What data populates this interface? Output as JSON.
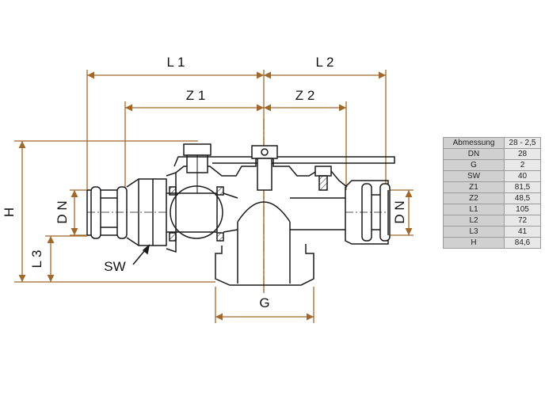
{
  "dimensions": {
    "L1": "L 1",
    "L2": "L 2",
    "Z1": "Z 1",
    "Z2": "Z 2",
    "H": "H",
    "L3": "L 3",
    "DN_left": "D N",
    "DN_right": "D N",
    "SW": "SW",
    "G": "G"
  },
  "colors": {
    "dimension_line": "#a0682a",
    "outline": "#1a1a1a",
    "table_key_bg": "#d0d0d0",
    "table_value_bg": "#e8e8e8"
  },
  "spec_table": {
    "rows": [
      {
        "key": "Abmessung",
        "value": "28 - 2,5"
      },
      {
        "key": "DN",
        "value": "28"
      },
      {
        "key": "G",
        "value": "2"
      },
      {
        "key": "SW",
        "value": "40"
      },
      {
        "key": "Z1",
        "value": "81,5"
      },
      {
        "key": "Z2",
        "value": "48,5"
      },
      {
        "key": "L1",
        "value": "105"
      },
      {
        "key": "L2",
        "value": "72"
      },
      {
        "key": "L3",
        "value": "41"
      },
      {
        "key": "H",
        "value": "84,6"
      }
    ]
  }
}
